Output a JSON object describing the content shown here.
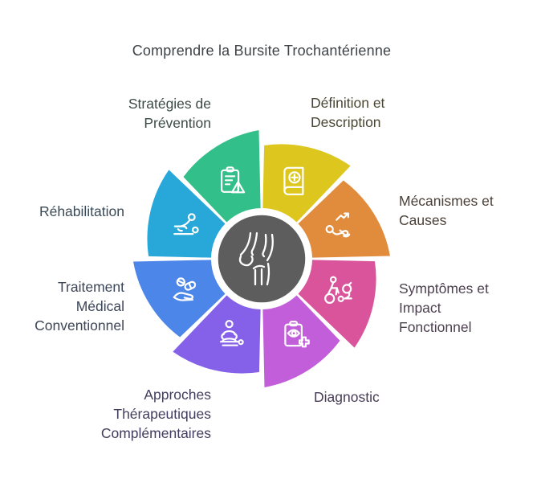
{
  "title": "Comprendre la Bursite Trochantérienne",
  "center": {
    "icon": "knee-joint-icon",
    "circle_color": "#5d5d5d",
    "ring_color": "#ffffff"
  },
  "segments": [
    {
      "id": "definition",
      "label": "Définition et\nDescription",
      "color": "#ddc71e",
      "label_color": "#4a4734",
      "icon": "medical-book-icon"
    },
    {
      "id": "mecanismes",
      "label": "Mécanismes et\nCauses",
      "color": "#e18c3c",
      "label_color": "#4b4037",
      "icon": "trend-exercise-icon"
    },
    {
      "id": "symptomes",
      "label": "Symptômes et\nImpact\nFonctionnel",
      "color": "#da549b",
      "label_color": "#4d4150",
      "icon": "cyclist-icon"
    },
    {
      "id": "diagnostic",
      "label": "Diagnostic",
      "color": "#c25eda",
      "label_color": "#483c57",
      "icon": "clipboard-eye-icon"
    },
    {
      "id": "approches",
      "label": "Approches\nThérapeutiques\nComplémentaires",
      "color": "#8560e9",
      "label_color": "#433d5d",
      "icon": "meditation-icon"
    },
    {
      "id": "traitement",
      "label": "Traitement\nMédical\nConventionnel",
      "color": "#4c86e8",
      "label_color": "#3d4658",
      "icon": "hand-pills-icon"
    },
    {
      "id": "rehabilitation",
      "label": "Réhabilitation",
      "color": "#27a8d8",
      "label_color": "#3a4a57",
      "icon": "physio-exercise-icon"
    },
    {
      "id": "strategies",
      "label": "Stratégies de\nPrévention",
      "color": "#32bf8a",
      "label_color": "#3c4b45",
      "icon": "clipboard-warning-icon"
    }
  ]
}
